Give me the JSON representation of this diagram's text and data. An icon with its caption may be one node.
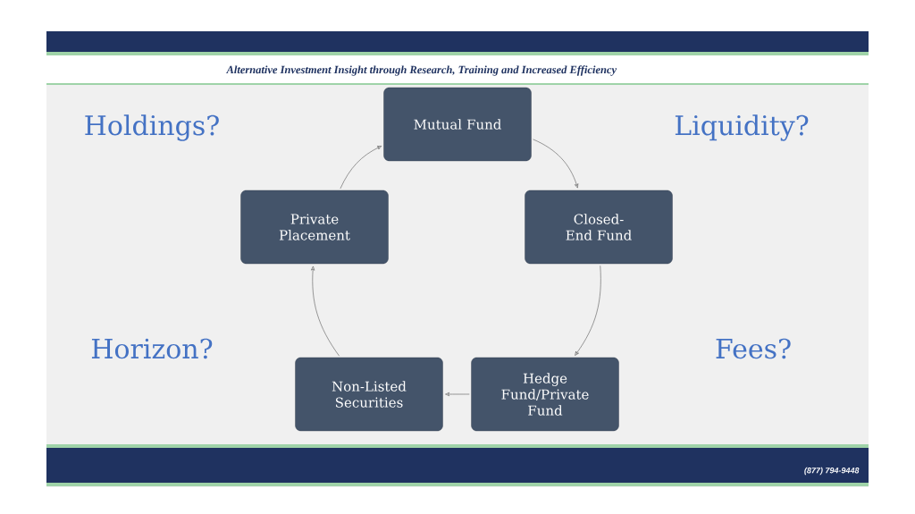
{
  "diagram": {
    "nodes": [
      {
        "text": [
          "Mutual Fund"
        ]
      },
      {
        "text": [
          "Closed-End Fund"
        ]
      },
      {
        "text": [
          "Hedge Fund/Private Fund"
        ]
      },
      {
        "text": [
          "Non-Listed Securities"
        ]
      },
      {
        "text": [
          "Private Placement"
        ]
      }
    ],
    "edges": [
      {
        "from": 0,
        "to": 1,
        "arrow": "to"
      },
      {
        "from": 1,
        "to": 2,
        "arrow": "to"
      },
      {
        "from": 2,
        "to": 3,
        "arrow": "to"
      },
      {
        "from": 3,
        "to": 4,
        "arrow": "to"
      },
      {
        "from": 4,
        "to": 0,
        "arrow": "to"
      }
    ],
    "labels": [
      "Alternative Investment Insight through Research, Training and Increased Efficiency",
      "Holdings?",
      "Liquidity?",
      "Horizon?",
      "Fees?",
      "(877) 794-9448"
    ]
  }
}
